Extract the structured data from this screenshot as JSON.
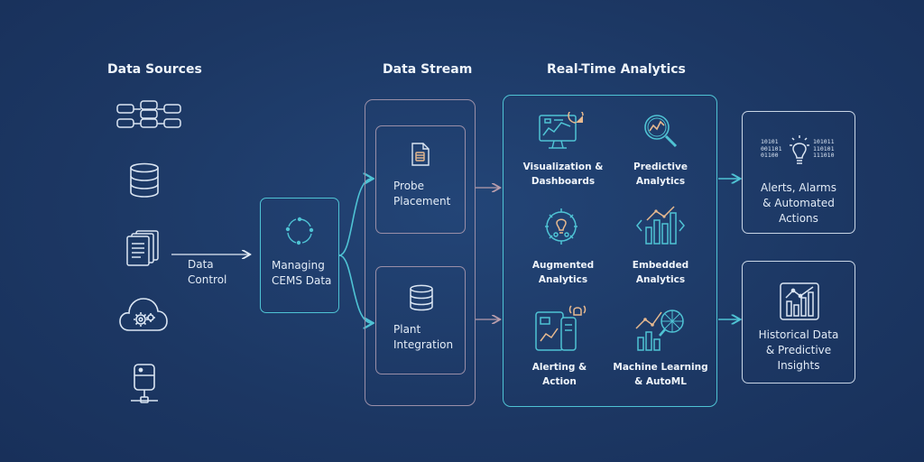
{
  "headings": {
    "sources": "Data Sources",
    "stream": "Data Stream",
    "analytics": "Real-Time Analytics"
  },
  "data_control": {
    "line1": "Data",
    "line2": "Control"
  },
  "managing": {
    "line1": "Managing",
    "line2": "CEMS Data"
  },
  "stream": {
    "probe": {
      "line1": "Probe",
      "line2": "Placement"
    },
    "plant": {
      "line1": "Plant",
      "line2": "Integration"
    }
  },
  "analytics": [
    {
      "line1": "Visualization &",
      "line2": "Dashboards"
    },
    {
      "line1": "Predictive",
      "line2": "Analytics"
    },
    {
      "line1": "Augmented",
      "line2": "Analytics"
    },
    {
      "line1": "Embedded",
      "line2": "Analytics"
    },
    {
      "line1": "Alerting &",
      "line2": "Action"
    },
    {
      "line1": "Machine Learning",
      "line2": "& AutoML"
    }
  ],
  "outputs": {
    "alerts": {
      "line1": "Alerts, Alarms",
      "line2": "& Automated",
      "line3": "Actions"
    },
    "historical": {
      "line1": "Historical Data",
      "line2": "& Predictive",
      "line3": "Insights"
    }
  },
  "binary_left": [
    "10101",
    "001101",
    "01100"
  ],
  "binary_right": [
    "101011",
    "110101",
    "111010"
  ],
  "colors": {
    "background": "#1d3a66",
    "accent_teal": "#4fc3d4",
    "stream_border": "#9a8fa8",
    "icon_line": "#dbe6f3"
  }
}
